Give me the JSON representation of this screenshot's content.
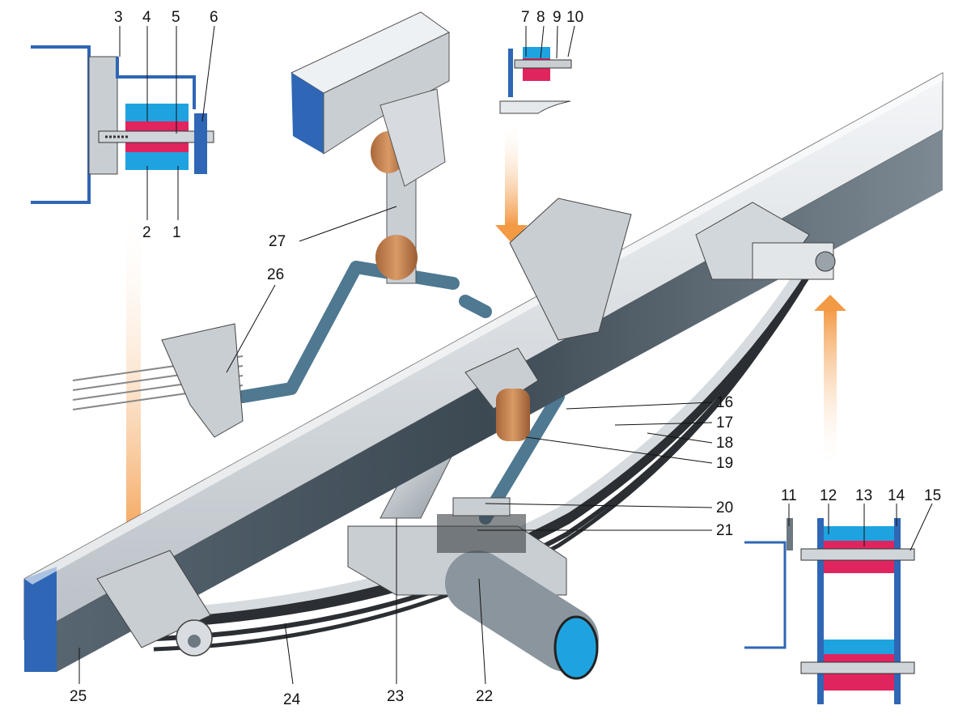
{
  "callouts": {
    "c1": "1",
    "c2": "2",
    "c3": "3",
    "c4": "4",
    "c5": "5",
    "c6": "6",
    "c7": "7",
    "c8": "8",
    "c9": "9",
    "c10": "10",
    "c11": "11",
    "c12": "12",
    "c13": "13",
    "c14": "14",
    "c15": "15",
    "c16": "16",
    "c17": "17",
    "c18": "18",
    "c19": "19",
    "c20": "20",
    "c21": "21",
    "c22": "22",
    "c23": "23",
    "c24": "24",
    "c25": "25",
    "c26": "26",
    "c27": "27"
  },
  "colors": {
    "frame_steel": "#c9ced3",
    "frame_dark": "#3f4c57",
    "frame_light": "#eef1f3",
    "blue_steel": "#2f66b5",
    "bar_blue": "#4f7891",
    "bushing_pink": "#e0245e",
    "bushing_cyan": "#1fa3e0",
    "rubber_brown": "#c7834e",
    "arrow_orange": "#f5a150"
  }
}
